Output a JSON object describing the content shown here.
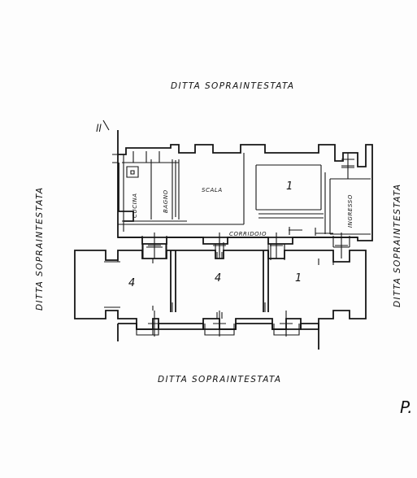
{
  "labels": {
    "neighbor_top": "DITTA SOPRAINTESTATA",
    "neighbor_bottom": "DITTA SOPRAINTESTATA",
    "neighbor_left": "DITTA SOPRAINTESTATA",
    "neighbor_right": "DITTA SOPRAINTESTATA",
    "scala": "SCALA",
    "corridoio": "CORRIDOIO",
    "cucina": "CUCINA",
    "bagno": "BAGNO",
    "ingresso": "INGRESSO",
    "corner_mark": "P."
  },
  "room_numbers": {
    "upper_room": "1",
    "lower_left": "4",
    "lower_center": "4",
    "lower_right": "1"
  },
  "margin_notes": {
    "top_left_mark": "ll"
  }
}
